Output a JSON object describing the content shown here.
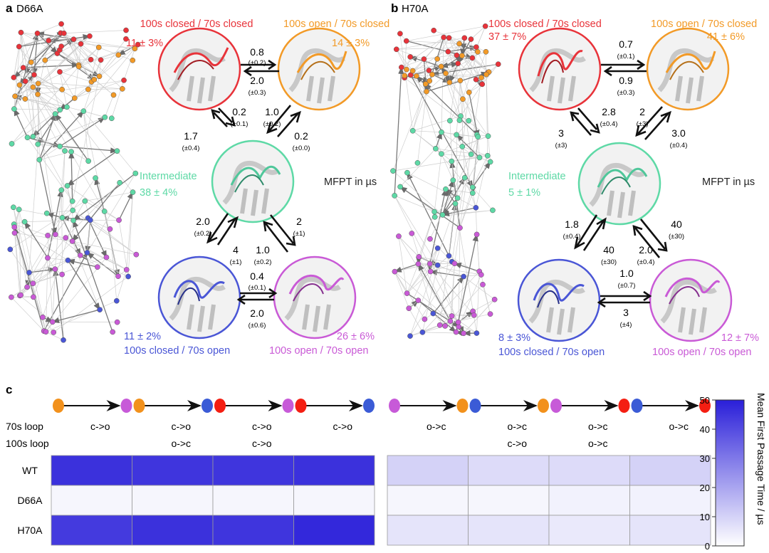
{
  "panels": [
    {
      "letter": "a",
      "name": "D66A",
      "states": {
        "red": {
          "title": "100s closed / 70s closed",
          "pct": "11 ± 3%",
          "color": "#e8333a"
        },
        "orange": {
          "title": "100s open / 70s closed",
          "pct": "14 ± 3%",
          "color": "#f29a27"
        },
        "green": {
          "title": "Intermediate",
          "pct": "38 ± 4%",
          "color": "#5ed9a6"
        },
        "blue": {
          "title": "100s closed / 70s open",
          "pct": "11 ± 2%",
          "color": "#4a56d6"
        },
        "purple": {
          "title": "100s open / 70s open",
          "pct": "26 ± 6%",
          "color": "#c95ad6"
        }
      },
      "mfpt_label": "MFPT in µs",
      "rates": {
        "red_orange": {
          "value": "0.8",
          "err": "(±0.2)"
        },
        "orange_red": {
          "value": "2.0",
          "err": "(±0.3)"
        },
        "red_green": {
          "value": "0.2",
          "err": "(±0.1)"
        },
        "green_red": {
          "value": "1.7",
          "err": "(±0.4)"
        },
        "orange_green": {
          "value": "1.0",
          "err": "(±0.2)"
        },
        "green_orange": {
          "value": "0.2",
          "err": "(±0.0)"
        },
        "green_blue": {
          "value": "2.0",
          "err": "(±0.2)"
        },
        "blue_green": {
          "value": "4",
          "err": "(±1)"
        },
        "green_purple": {
          "value": "2",
          "err": "(±1)"
        },
        "purple_green": {
          "value": "1.0",
          "err": "(±0.2)"
        },
        "blue_purple": {
          "value": "0.4",
          "err": "(±0.1)"
        },
        "purple_blue": {
          "value": "2.0",
          "err": "(±0.6)"
        }
      }
    },
    {
      "letter": "b",
      "name": "H70A",
      "states": {
        "red": {
          "title": "100s closed / 70s closed",
          "pct": "37 ± 7%",
          "color": "#e8333a"
        },
        "orange": {
          "title": "100s open / 70s closed",
          "pct": "41 ± 6%",
          "color": "#f29a27"
        },
        "green": {
          "title": "Intermediate",
          "pct": "5 ± 1%",
          "color": "#5ed9a6"
        },
        "blue": {
          "title": "100s closed / 70s open",
          "pct": "8 ± 3%",
          "color": "#4a56d6"
        },
        "purple": {
          "title": "100s open / 70s open",
          "pct": "12 ± 7%",
          "color": "#c95ad6"
        }
      },
      "mfpt_label": "MFPT in µs",
      "rates": {
        "red_orange": {
          "value": "0.7",
          "err": "(±0.1)"
        },
        "orange_red": {
          "value": "0.9",
          "err": "(±0.3)"
        },
        "red_green": {
          "value": "2.8",
          "err": "(±0.4)"
        },
        "green_red": {
          "value": "3",
          "err": "(±3)"
        },
        "orange_green": {
          "value": "2",
          "err": "(±3)"
        },
        "green_orange": {
          "value": "3.0",
          "err": "(±0.4)"
        },
        "green_blue": {
          "value": "1.8",
          "err": "(±0.4)"
        },
        "blue_green": {
          "value": "40",
          "err": "(±30)"
        },
        "green_purple": {
          "value": "40",
          "err": "(±30)"
        },
        "purple_green": {
          "value": "2.0",
          "err": "(±0.4)"
        },
        "blue_purple": {
          "value": "1.0",
          "err": "(±0.7)"
        },
        "purple_blue": {
          "value": "3",
          "err": "(±4)"
        }
      }
    }
  ],
  "panel_c": {
    "letter": "c",
    "row_labels_loop": [
      "70s loop",
      "100s loop"
    ],
    "transitions": [
      {
        "from": "orange",
        "to": "purple",
        "loop70": "c->o",
        "loop100": ""
      },
      {
        "from": "orange",
        "to": "blue",
        "loop70": "c->o",
        "loop100": "o->c"
      },
      {
        "from": "red",
        "to": "purple",
        "loop70": "c->o",
        "loop100": "c->o"
      },
      {
        "from": "red",
        "to": "blue",
        "loop70": "c->o",
        "loop100": ""
      },
      {
        "from": "purple",
        "to": "orange",
        "loop70": "o->c",
        "loop100": ""
      },
      {
        "from": "blue",
        "to": "orange",
        "loop70": "o->c",
        "loop100": "c->o"
      },
      {
        "from": "purple",
        "to": "red",
        "loop70": "o->c",
        "loop100": "o->c"
      },
      {
        "from": "blue",
        "to": "red",
        "loop70": "o->c",
        "loop100": ""
      }
    ],
    "state_colors": {
      "red": "#f41e12",
      "orange": "#f2911c",
      "purple": "#c75ad8",
      "blue": "#3b5bd6"
    },
    "colorbar": {
      "label": "Mean First Passage Time / µs",
      "ticks": [
        0,
        10,
        20,
        30,
        40,
        50
      ],
      "max": 50
    }
  },
  "chart_data": {
    "type": "heatmap",
    "rows": [
      "WT",
      "D66A",
      "H70A"
    ],
    "values": [
      [
        46,
        45,
        45,
        46,
        10,
        8,
        8,
        10
      ],
      [
        2,
        2,
        2,
        2,
        2,
        2,
        3,
        3
      ],
      [
        44,
        46,
        45,
        48,
        6,
        6,
        5,
        6
      ]
    ],
    "zlim": [
      0,
      50
    ],
    "zlabel": "Mean First Passage Time / µs"
  }
}
